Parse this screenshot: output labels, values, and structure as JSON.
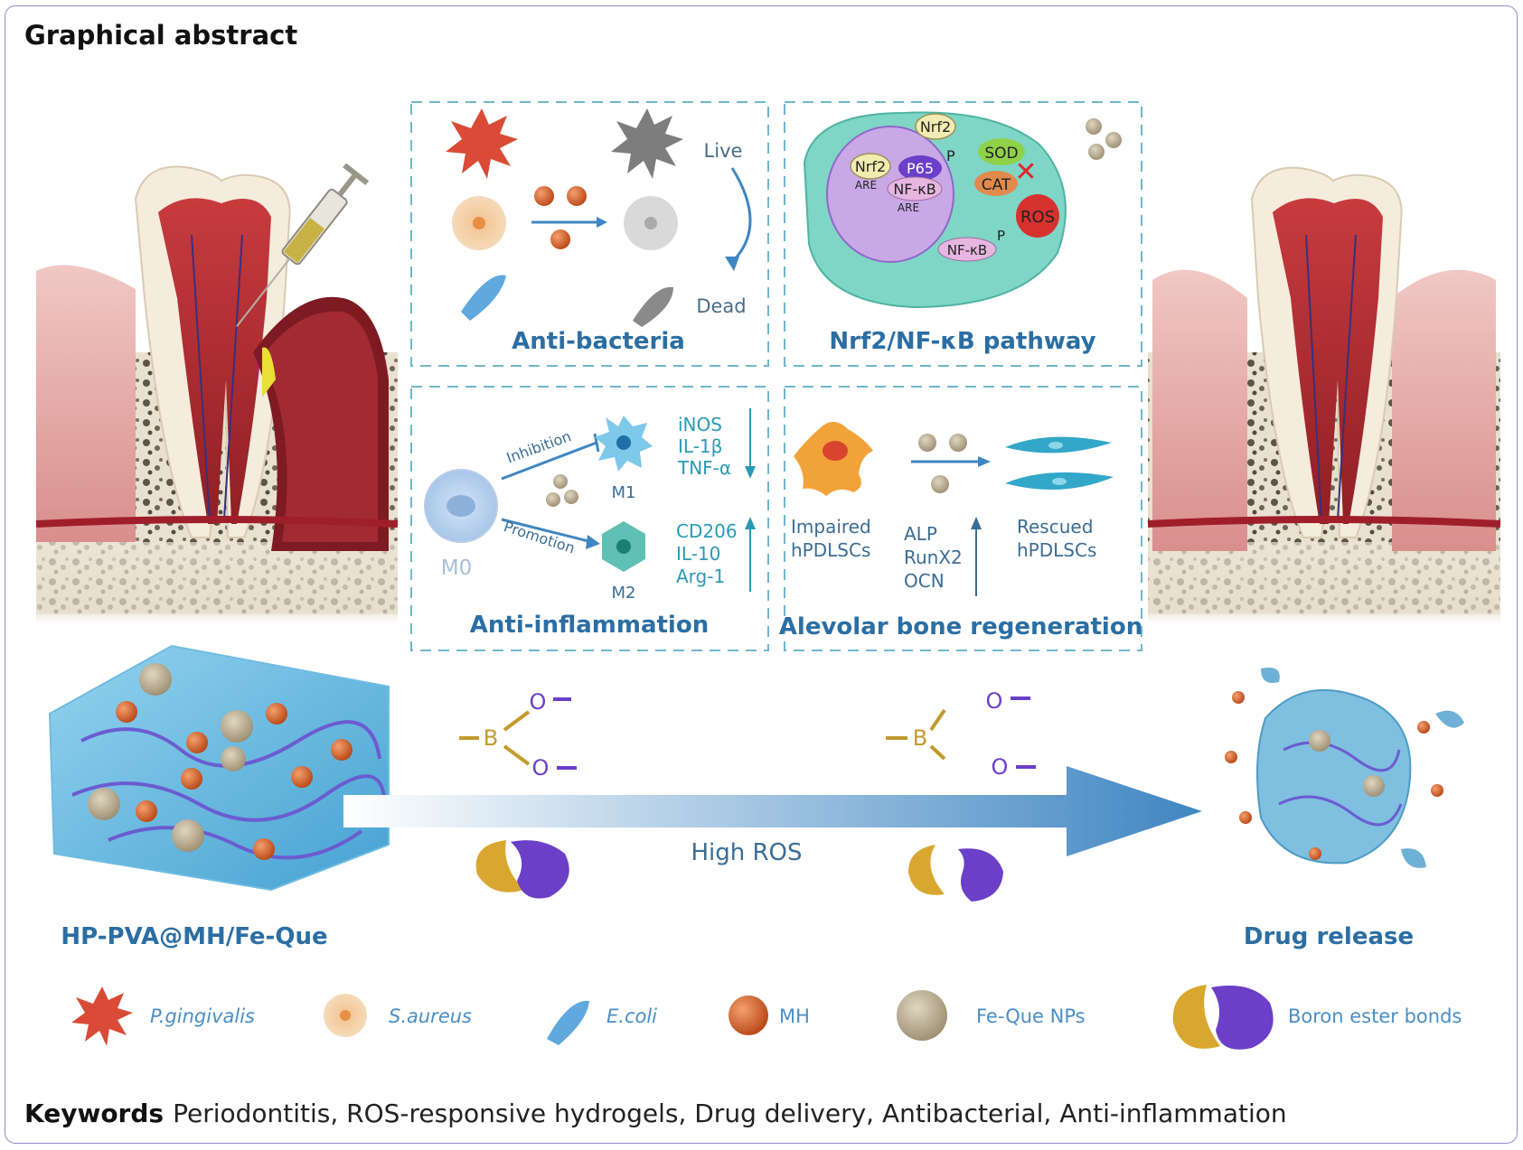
{
  "header": {
    "title": "Graphical abstract"
  },
  "panels": {
    "anti_bacteria": {
      "title": "Anti-bacteria",
      "live": "Live",
      "dead": "Dead"
    },
    "pathway": {
      "title": "Nrf2/NF-κB pathway",
      "nodes": {
        "nrf2_top": "Nrf2",
        "nrf2": "Nrf2",
        "are": "ARE",
        "p65": "P65",
        "p_mark": "P",
        "nfkb": "NF-κB",
        "are2": "ARE",
        "sod": "SOD",
        "cat": "CAT",
        "ros": "ROS",
        "nfkb2": "NF-κB",
        "p_mark2": "P"
      }
    },
    "anti_inflammation": {
      "title": "Anti-inflammation",
      "inhibition": "Inhibition",
      "promotion": "Promotion",
      "m0": "M0",
      "m1": "M1",
      "m2": "M2",
      "m1_markers": [
        "iNOS",
        "IL-1β",
        "TNF-α"
      ],
      "m2_markers": [
        "CD206",
        "IL-10",
        "Arg-1"
      ]
    },
    "bone": {
      "title": "Alevolar bone regeneration",
      "impaired": [
        "Impaired",
        "hPDLSCs"
      ],
      "rescued": [
        "Rescued",
        "hPDLSCs"
      ],
      "markers": [
        "ALP",
        "RunX2",
        "OCN"
      ]
    }
  },
  "process": {
    "hydrogel_label": "HP-PVA@MH/Fe-Que",
    "trigger_label": "High ROS",
    "release_label": "Drug release",
    "boron": "B",
    "oxygen": "O"
  },
  "legend": [
    {
      "label": "P.gingivalis",
      "icon": "p-gingivalis-icon"
    },
    {
      "label": "S.aureus",
      "icon": "s-aureus-icon"
    },
    {
      "label": "E.coli",
      "icon": "e-coli-icon"
    },
    {
      "label": "MH",
      "icon": "mh-particle-icon"
    },
    {
      "label": "Fe-Que NPs",
      "icon": "fe-que-np-icon"
    },
    {
      "label": "Boron ester bonds",
      "icon": "boron-ester-bond-icon"
    }
  ],
  "keywords": {
    "label": "Keywords",
    "text": "Periodontitis, ROS-responsive hydrogels, Drug delivery, Antibacterial, Anti-inflammation"
  },
  "colors": {
    "frame": "#8e8fcb",
    "panel_dash": "#6fb6cc",
    "panel_title": "#2b6ea3",
    "label_blue": "#4a8ec4",
    "marker_teal": "#2a9ab4",
    "mh_orange": "#d8602a",
    "fe_que_tan": "#b9ab8e",
    "purple": "#6b3fc8",
    "gold": "#d9a730"
  }
}
